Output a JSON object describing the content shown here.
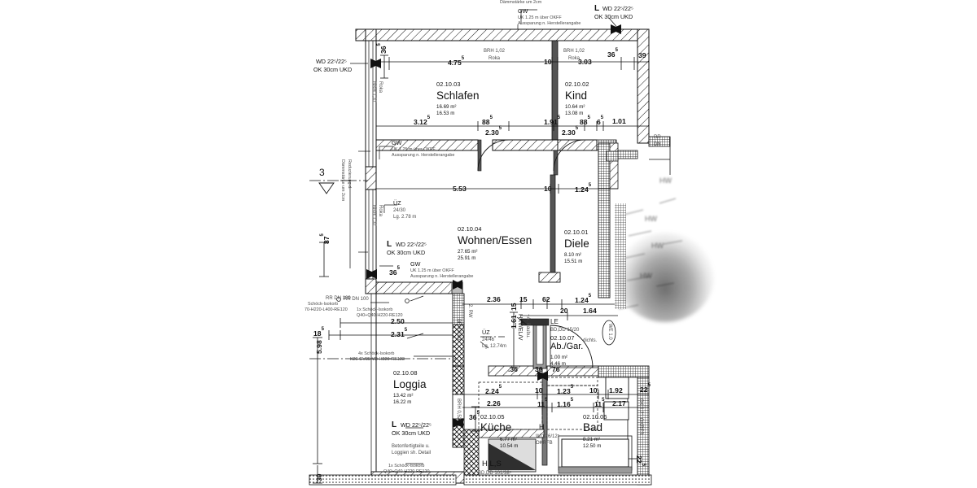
{
  "drawing": {
    "type": "architectural-floor-plan",
    "language": "de",
    "unit_note": "m"
  },
  "rooms": [
    {
      "id": "02.10.03",
      "name": "Schlafen",
      "area": "16.69 m²",
      "perimeter": "16.53 m"
    },
    {
      "id": "02.10.02",
      "name": "Kind",
      "area": "10.64 m²",
      "perimeter": "13.08 m"
    },
    {
      "id": "02.10.04",
      "name": "Wohnen/Essen",
      "area": "27.65 m²",
      "perimeter": "25.91 m"
    },
    {
      "id": "02.10.01",
      "name": "Diele",
      "area": "8.10 m²",
      "perimeter": "15.51 m"
    },
    {
      "id": "02.10.08",
      "name": "Loggia",
      "area": "13.42 m²",
      "perimeter": "16.22 m"
    },
    {
      "id": "02.10.05",
      "name": "Küche",
      "area": "6.77 m²",
      "perimeter": "10.54 m"
    },
    {
      "id": "02.10.06",
      "name": "Bad",
      "area": "8.21 m²",
      "perimeter": "12.50 m"
    },
    {
      "id": "02.10.07",
      "name": "Ab./Gar.",
      "area": "1.00 m²",
      "perimeter": "4.46 m"
    }
  ],
  "dimensions": {
    "top_chain": [
      {
        "value": "36",
        "sup": "5"
      },
      {
        "value": "4.75",
        "sup": "5"
      },
      {
        "value": "10",
        "sup": ""
      },
      {
        "value": "3.03",
        "sup": ""
      },
      {
        "value": "36",
        "sup": "5"
      },
      {
        "value": "39",
        "sup": ""
      }
    ],
    "bedroom_chain": [
      {
        "value": "3.12",
        "sup": "5"
      },
      {
        "value": "88",
        "sup": "5"
      },
      {
        "value": "1.91",
        "sup": "5"
      },
      {
        "value": "88",
        "sup": "5"
      },
      {
        "value": "6",
        "sup": "5"
      },
      {
        "value": "1.01",
        "sup": ""
      }
    ],
    "door_widths": [
      {
        "value": "2.30",
        "sup": "5"
      },
      {
        "value": "2.30",
        "sup": "5"
      }
    ],
    "living_chain": [
      {
        "value": "5.53",
        "sup": ""
      },
      {
        "value": "10",
        "sup": ""
      },
      {
        "value": "1.24",
        "sup": "5"
      }
    ],
    "mid_chain": [
      {
        "value": "2.36",
        "sup": ""
      },
      {
        "value": "15",
        "sup": ""
      },
      {
        "value": "62",
        "sup": ""
      },
      {
        "value": "1.24",
        "sup": "5"
      }
    ],
    "mid_chain_lower": [
      {
        "value": "20",
        "sup": ""
      },
      {
        "value": "1.64",
        "sup": ""
      }
    ],
    "loggia_chain": [
      {
        "value": "2.50",
        "sup": ""
      },
      {
        "value": "2.31",
        "sup": "5"
      },
      {
        "value": "18",
        "sup": "5"
      }
    ],
    "kitchen_chain_upper": [
      {
        "value": "2.24",
        "sup": "5"
      },
      {
        "value": "10",
        "sup": ""
      },
      {
        "value": "1.23",
        "sup": "5"
      },
      {
        "value": "10",
        "sup": ""
      },
      {
        "value": "1.92",
        "sup": ""
      },
      {
        "value": "22",
        "sup": "5"
      }
    ],
    "kitchen_chain_lower": [
      {
        "value": "2.26",
        "sup": ""
      },
      {
        "value": "11",
        "sup": "5"
      },
      {
        "value": "1.16",
        "sup": "5"
      },
      {
        "value": "11",
        "sup": "5"
      },
      {
        "value": "2.17",
        "sup": ""
      }
    ],
    "left_vertical": [
      {
        "value": "87",
        "sup": "5"
      },
      {
        "value": "5.98",
        "sup": ""
      },
      {
        "value": "30",
        "sup": ""
      }
    ],
    "inner_small": [
      {
        "value": "36",
        "sup": "5"
      },
      {
        "value": "36",
        "sup": "5"
      },
      {
        "value": "1.61",
        "sup": ""
      },
      {
        "value": "15",
        "sup": ""
      },
      {
        "value": ".36",
        "sup": ""
      },
      {
        "value": "36",
        "sup": ""
      },
      {
        "value": "76",
        "sup": ""
      },
      {
        "value": "22",
        "sup": "5"
      },
      {
        "value": "22",
        "sup": "5"
      }
    ]
  },
  "annotations": {
    "top_insulation": "Dämmstärke um 2cm",
    "gw_label": "GW",
    "gw_line1": "UK 1.25 m über OKFF",
    "gw_line2": "Aussparung n. Herstellerangabe",
    "lintel_top_right_l1": "WD 22⁵/22⁵",
    "lintel_top_right_l2": "OK 30cm UKD",
    "lintel_left_l1": "WD 22⁵/22⁵",
    "lintel_left_l2": "OK 30cm UKD",
    "lintel_living_l1": "WD 22⁵/22⁵",
    "lintel_living_l2": "OK 30cm UKD",
    "lintel_loggia_l1": "WD 22⁵/22⁵",
    "lintel_loggia_l2": "OK 30cm UKD",
    "uz_top_label": "ÜZ",
    "uz_top_size": "24/30",
    "uz_top_len": "Lg. 2.78 m",
    "uz_mid_label": "ÜZ",
    "uz_mid_size": "24/46",
    "uz_mid_len": "Lg. 12.74m",
    "reduction_l1": "Reduzierung d.",
    "reduction_l2": "Dämmstärke um 2cm",
    "section_marker": "3",
    "rr_dn100_left": "RR DN 100",
    "rr_dn100_loggia": "RR DN 100",
    "rr_dn_right": "RR\nDN",
    "isokorb_left_l1": "Schöck-Isokorb",
    "isokorb_left_l2": "70-H220-L400-RE120",
    "isokorb_loggia_top_l1": "1x Schöck-Isokorb",
    "isokorb_loggia_top_l2": "Q40+Q40-H220-RE120",
    "isokorb_loggia_mid_l1": "4x Schöck-Isokorb",
    "isokorb_loggia_mid_l2": "K20-DV35-VB-H220-RE123",
    "isokorb_loggia_bot_l1": "1x Schöck-Isokorb",
    "isokorb_loggia_bot_l2": "Q40+Q40-H220-RE120",
    "loggia_precast_l1": "Betonfertigteile u.",
    "loggia_precast_l2": "Loggien sh. Detail",
    "brh_102_a": "BRH 1,02",
    "roka_a": "Roka",
    "brh_102_b": "BRH 1,02",
    "roka_b": "Roka",
    "roka_left_top": "Roka",
    "brh_left_top": "BRH 1,37",
    "roka_left_bot": "Roka",
    "brh_left_bot": "BRH 1,37",
    "brh_060": "BRH 0,60",
    "brh_052": "BRH 0,52",
    "rw_label": "2. RW",
    "hkv_label": "HKV/EL/V",
    "hkv_label2": "+A. Baubu.",
    "le_label": "LE",
    "bd_dd_1520": "BD,DD 15/20",
    "dichts": "dichts.",
    "we10": "WE 1.0",
    "hls_label": "H,L,S",
    "hls_sub": "BD,DD 101/38⁵",
    "h_label": "H",
    "wd_2612": "WD 26/12⁵",
    "okrfb": "OKRFB",
    "ok_121_offb": "OK 1.21 OKRFB"
  },
  "colors": {
    "line": "#111111",
    "hatch": "#222222",
    "fill_gray": "#9a9a9a",
    "paper": "#ffffff"
  }
}
